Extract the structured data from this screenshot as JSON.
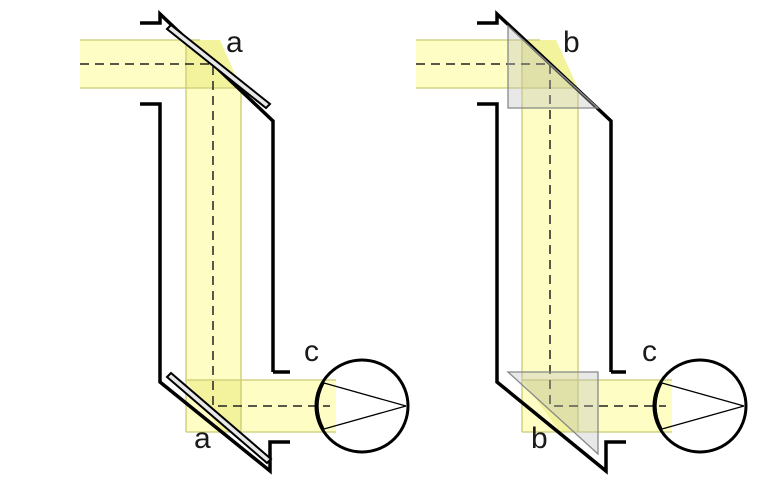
{
  "labels": {
    "mirror_top": "a",
    "mirror_bottom": "a",
    "prism_top": "b",
    "prism_bottom": "b",
    "eye_left": "c",
    "eye_right": "c"
  },
  "colors": {
    "beam_fill": "#fdfdc4",
    "beam_overlap": "#f3f39e",
    "beam_edge": "#cbcb74",
    "outline": "#000000",
    "mirror_fill": "#e8e8e8",
    "prism_fill": "#bebebe"
  }
}
